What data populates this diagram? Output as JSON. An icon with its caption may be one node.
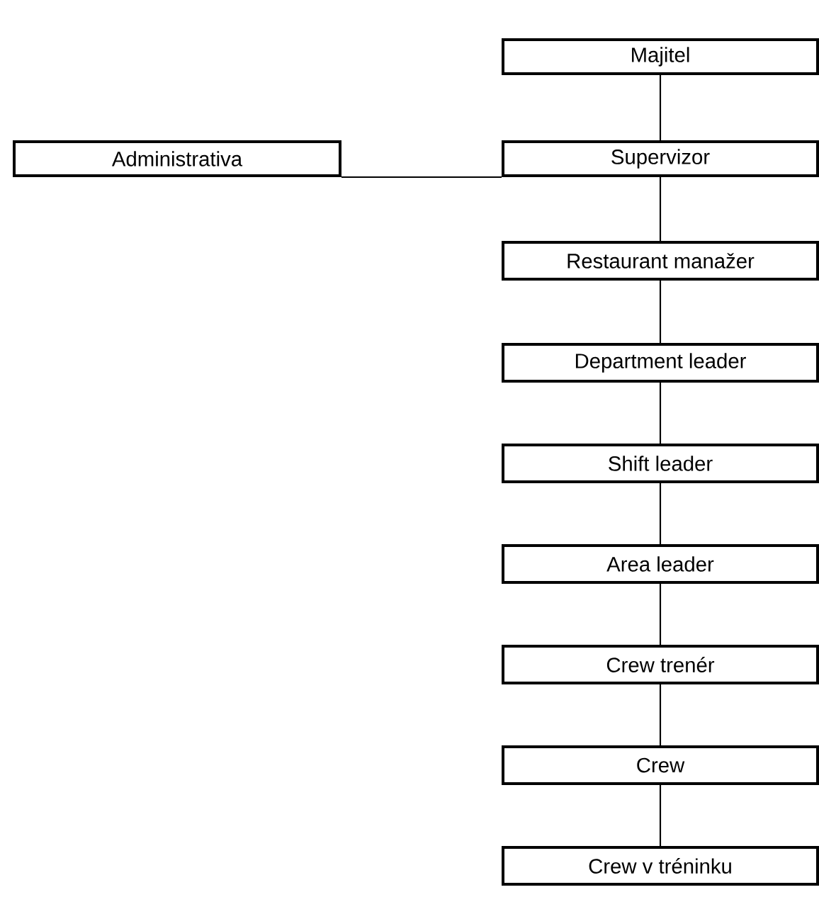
{
  "diagram": {
    "nodes": [
      {
        "text": [
          "Majitel"
        ]
      },
      {
        "text": [
          "Administrativa"
        ]
      },
      {
        "text": [
          "Supervizor"
        ]
      },
      {
        "text": [
          "Restaurant manažer"
        ]
      },
      {
        "text": [
          "Department leader"
        ]
      },
      {
        "text": [
          "Shift leader"
        ]
      },
      {
        "text": [
          "Area leader"
        ]
      },
      {
        "text": [
          "Crew trenér"
        ]
      },
      {
        "text": [
          "Crew"
        ]
      },
      {
        "text": [
          "Crew v tréninku"
        ]
      }
    ],
    "edges": [
      {
        "from": 0,
        "to": 2,
        "arrow": "none"
      },
      {
        "from": 1,
        "to": 2,
        "arrow": "none"
      },
      {
        "from": 2,
        "to": 3,
        "arrow": "none"
      },
      {
        "from": 3,
        "to": 4,
        "arrow": "none"
      },
      {
        "from": 4,
        "to": 5,
        "arrow": "none"
      },
      {
        "from": 5,
        "to": 6,
        "arrow": "none"
      },
      {
        "from": 6,
        "to": 7,
        "arrow": "none"
      },
      {
        "from": 7,
        "to": 8,
        "arrow": "none"
      },
      {
        "from": 8,
        "to": 9,
        "arrow": "none"
      }
    ]
  }
}
